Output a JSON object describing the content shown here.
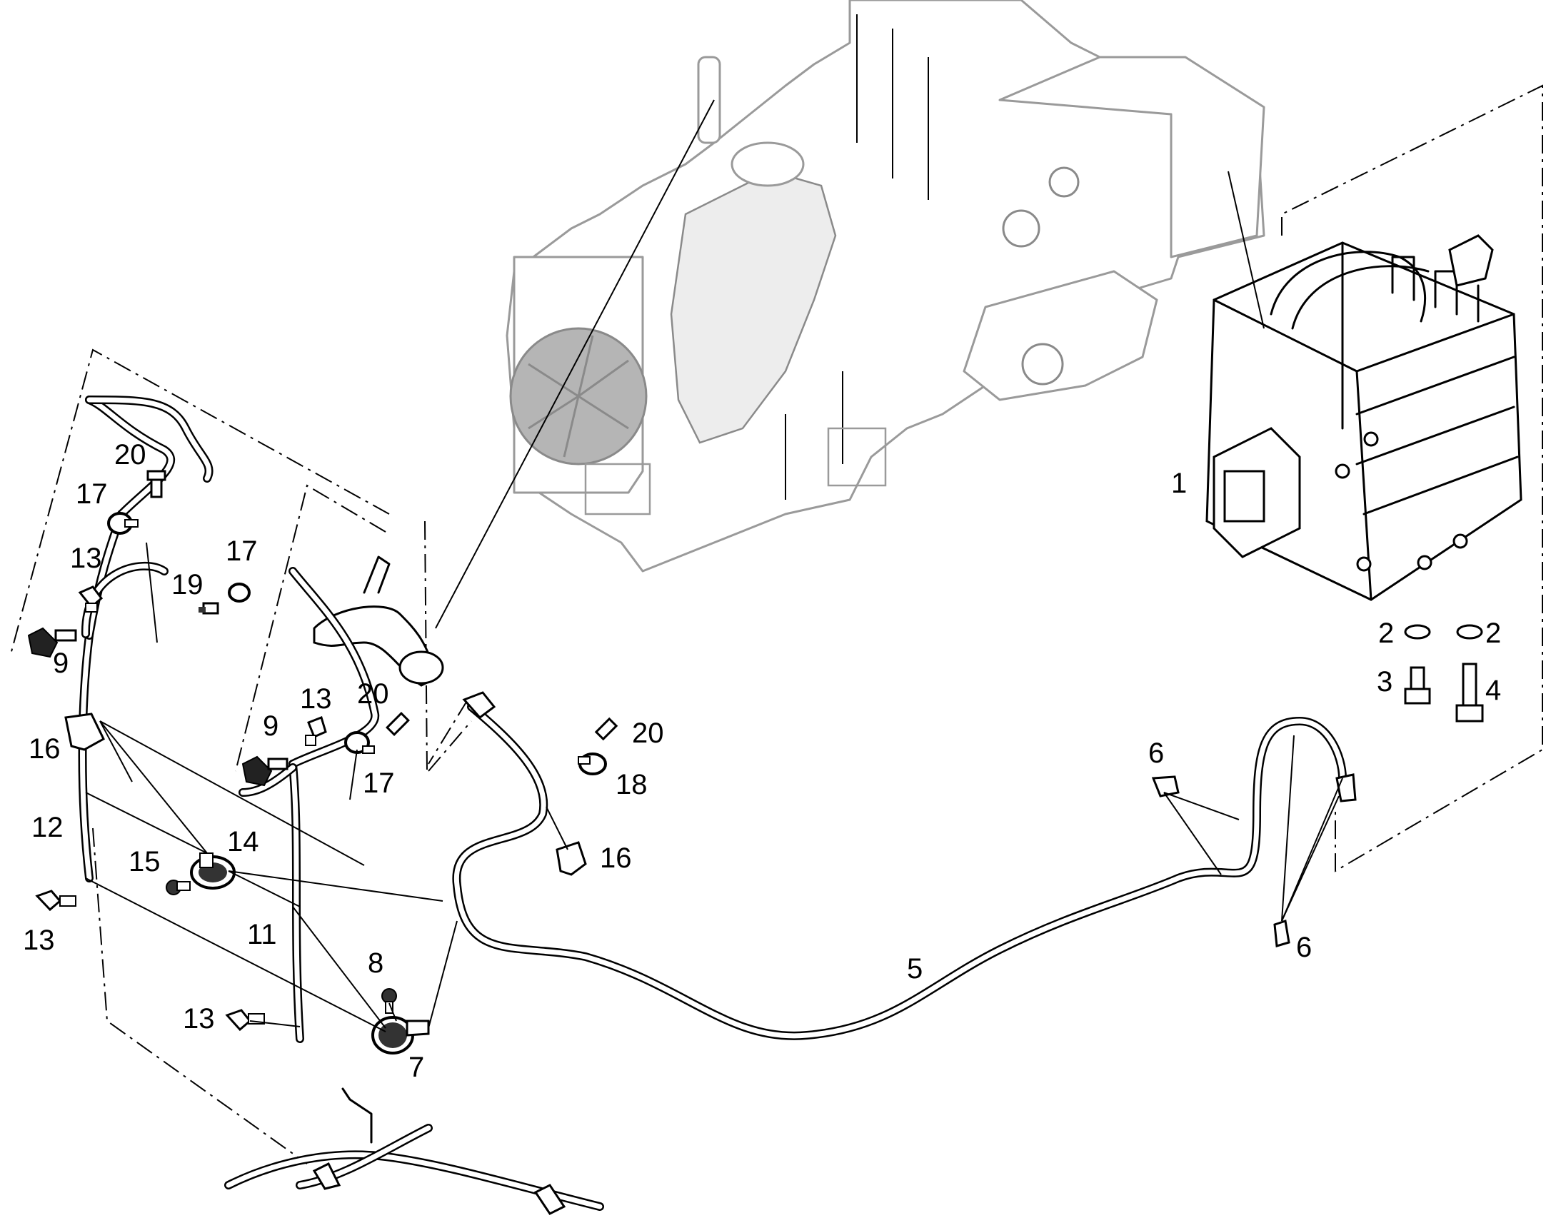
{
  "callouts": [
    {
      "id": "c-1",
      "text": "1"
    },
    {
      "id": "c-2a",
      "text": "2"
    },
    {
      "id": "c-2b",
      "text": "2"
    },
    {
      "id": "c-3",
      "text": "3"
    },
    {
      "id": "c-4",
      "text": "4"
    },
    {
      "id": "c-5",
      "text": "5"
    },
    {
      "id": "c-6a",
      "text": "6"
    },
    {
      "id": "c-6b",
      "text": "6"
    },
    {
      "id": "c-7",
      "text": "7"
    },
    {
      "id": "c-8",
      "text": "8"
    },
    {
      "id": "c-9a",
      "text": "9"
    },
    {
      "id": "c-9b",
      "text": "9"
    },
    {
      "id": "c-11",
      "text": "11"
    },
    {
      "id": "c-12",
      "text": "12"
    },
    {
      "id": "c-13a",
      "text": "13"
    },
    {
      "id": "c-13b",
      "text": "13"
    },
    {
      "id": "c-13c",
      "text": "13"
    },
    {
      "id": "c-13d",
      "text": "13"
    },
    {
      "id": "c-14",
      "text": "14"
    },
    {
      "id": "c-15",
      "text": "15"
    },
    {
      "id": "c-16a",
      "text": "16"
    },
    {
      "id": "c-16b",
      "text": "16"
    },
    {
      "id": "c-17a",
      "text": "17"
    },
    {
      "id": "c-17b",
      "text": "17"
    },
    {
      "id": "c-17c",
      "text": "17"
    },
    {
      "id": "c-18",
      "text": "18"
    },
    {
      "id": "c-19",
      "text": "19"
    },
    {
      "id": "c-20a",
      "text": "20"
    },
    {
      "id": "c-20b",
      "text": "20"
    },
    {
      "id": "c-20c",
      "text": "20"
    }
  ],
  "colors": {
    "ink": "#000000",
    "machine_outline": "#9a9a9a",
    "fan_grey": "#b5b5b5",
    "background": "#ffffff"
  }
}
